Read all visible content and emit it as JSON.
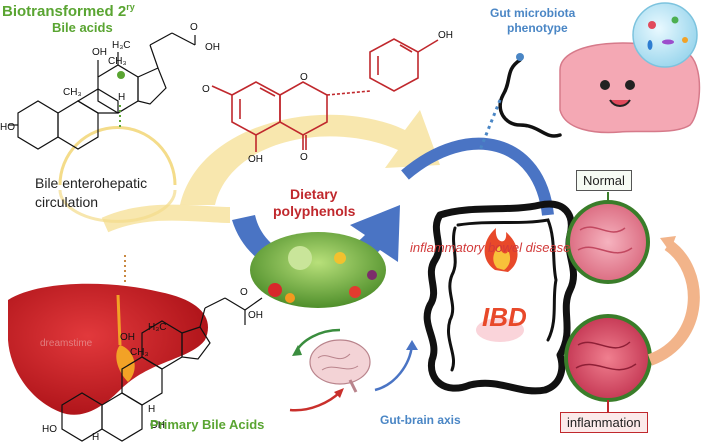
{
  "labels": {
    "biotransformed_title": "Biotransformed 2",
    "biotransformed_sup": "ry",
    "bile_acids": "Bile acids",
    "gut_microbiota": "Gut microbiota",
    "phenotype": "phenotype",
    "bile_enterohepatic_line1": "Bile enterohepatic",
    "bile_enterohepatic_line2": "circulation",
    "dietary_line1": "Dietary",
    "dietary_line2": "polyphenols",
    "ibd_long": "inflammatory bowel disease",
    "ibd_short": "IBD",
    "primary_bile_acids": "Primary Bile Acids",
    "gut_brain_axis": "Gut-brain axis",
    "normal": "Normal",
    "inflammation": "inflammation"
  },
  "chem_labels": {
    "ho_top": "OH",
    "h3c_top": "H₃C",
    "ch3_top1": "CH₃",
    "ch3_top2": "CH₃",
    "h_top": "H",
    "ho_left_top": "HO",
    "oh_cooh_top": "OH",
    "o_cooh_top": "O",
    "flav_o_minus": "O",
    "flav_oh_top": "OH",
    "flav_oh_bottom": "OH",
    "flav_o_ketone": "O",
    "flav_o_ring": "O",
    "h3c_bottom": "H₃C",
    "oh_bottom": "OH",
    "ch3_bottom": "CH₃",
    "ho_bottom": "HO",
    "h_bottom1": "H",
    "h_bottom2": "H",
    "oh_bottom2": "OH",
    "o_cooh_bottom": "O",
    "oh_cooh_bottom": "OH",
    "watermark": "dreamstime"
  },
  "colors": {
    "green_text": "#5aa532",
    "blue_text": "#4a86c5",
    "red_text": "#c0282d",
    "yellow_arrow": "#f7e6a2",
    "blue_arrow": "#4a74c4",
    "liver": "#c3161c",
    "colon_outline": "#111111",
    "tissue_normal": "#e9899a",
    "tissue_inflamed": "#d84f67"
  }
}
